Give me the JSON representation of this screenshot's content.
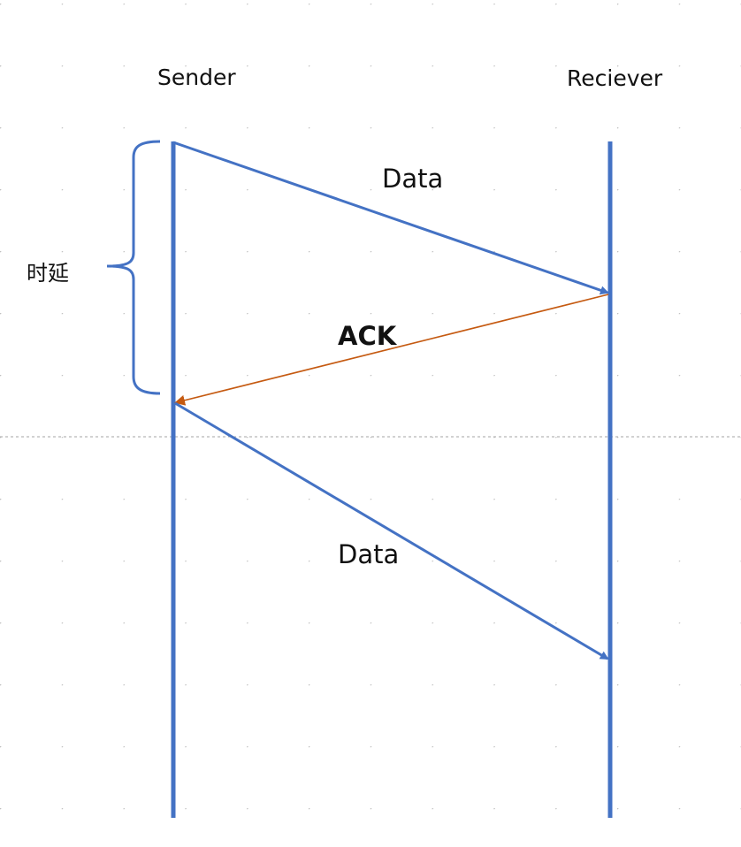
{
  "participants": {
    "sender": "Sender",
    "receiver": "Reciever"
  },
  "messages": [
    {
      "label": "Data",
      "from": "Sender",
      "to": "Reciever"
    },
    {
      "label": "ACK",
      "from": "Reciever",
      "to": "Sender"
    },
    {
      "label": "Data",
      "from": "Sender",
      "to": "Reciever"
    }
  ],
  "annotation": {
    "delay_label": "时延"
  },
  "colors": {
    "lifeline": "#4472C4",
    "data_arrow": "#4472C4",
    "ack_arrow": "#C55A11",
    "grid": "#BFBFBF"
  }
}
